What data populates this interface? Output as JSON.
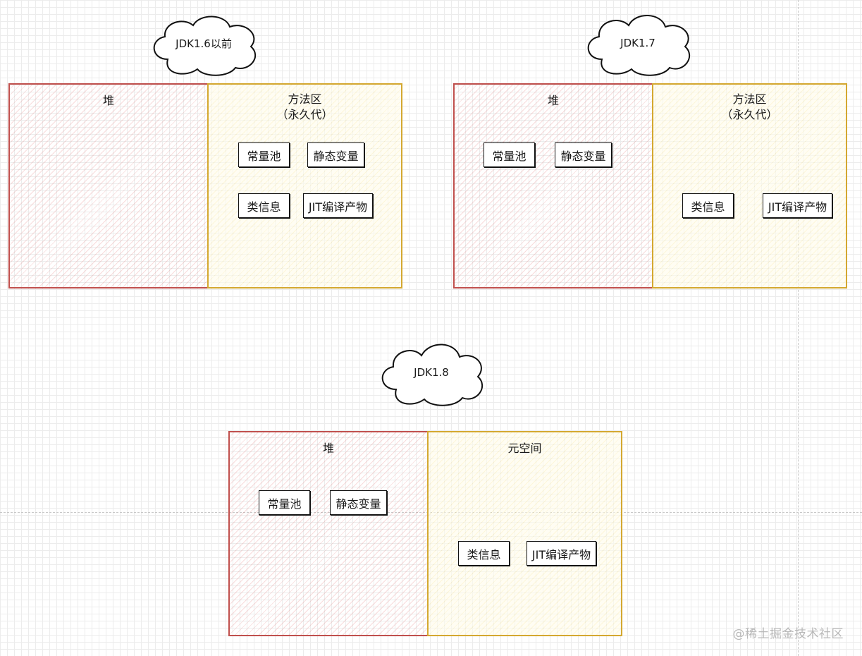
{
  "diagrams": {
    "jdk16": {
      "cloud_label": "JDK1.6以前",
      "heap_title": "堆",
      "method_title": "方法区\n（永久代）",
      "items": [
        "常量池",
        "静态变量",
        "类信息",
        "JIT编译产物"
      ]
    },
    "jdk17": {
      "cloud_label": "JDK1.7",
      "heap_title": "堆",
      "method_title": "方法区\n（永久代）",
      "items": [
        "常量池",
        "静态变量",
        "类信息",
        "JIT编译产物"
      ]
    },
    "jdk18": {
      "cloud_label": "JDK1.8",
      "heap_title": "堆",
      "metaspace_title": "元空间",
      "items": [
        "常量池",
        "静态变量",
        "类信息",
        "JIT编译产物"
      ]
    }
  },
  "colors": {
    "heap_border": "#c0504d",
    "method_border": "#d4a830",
    "item_border": "#111111"
  },
  "watermark": "@稀土掘金技术社区"
}
